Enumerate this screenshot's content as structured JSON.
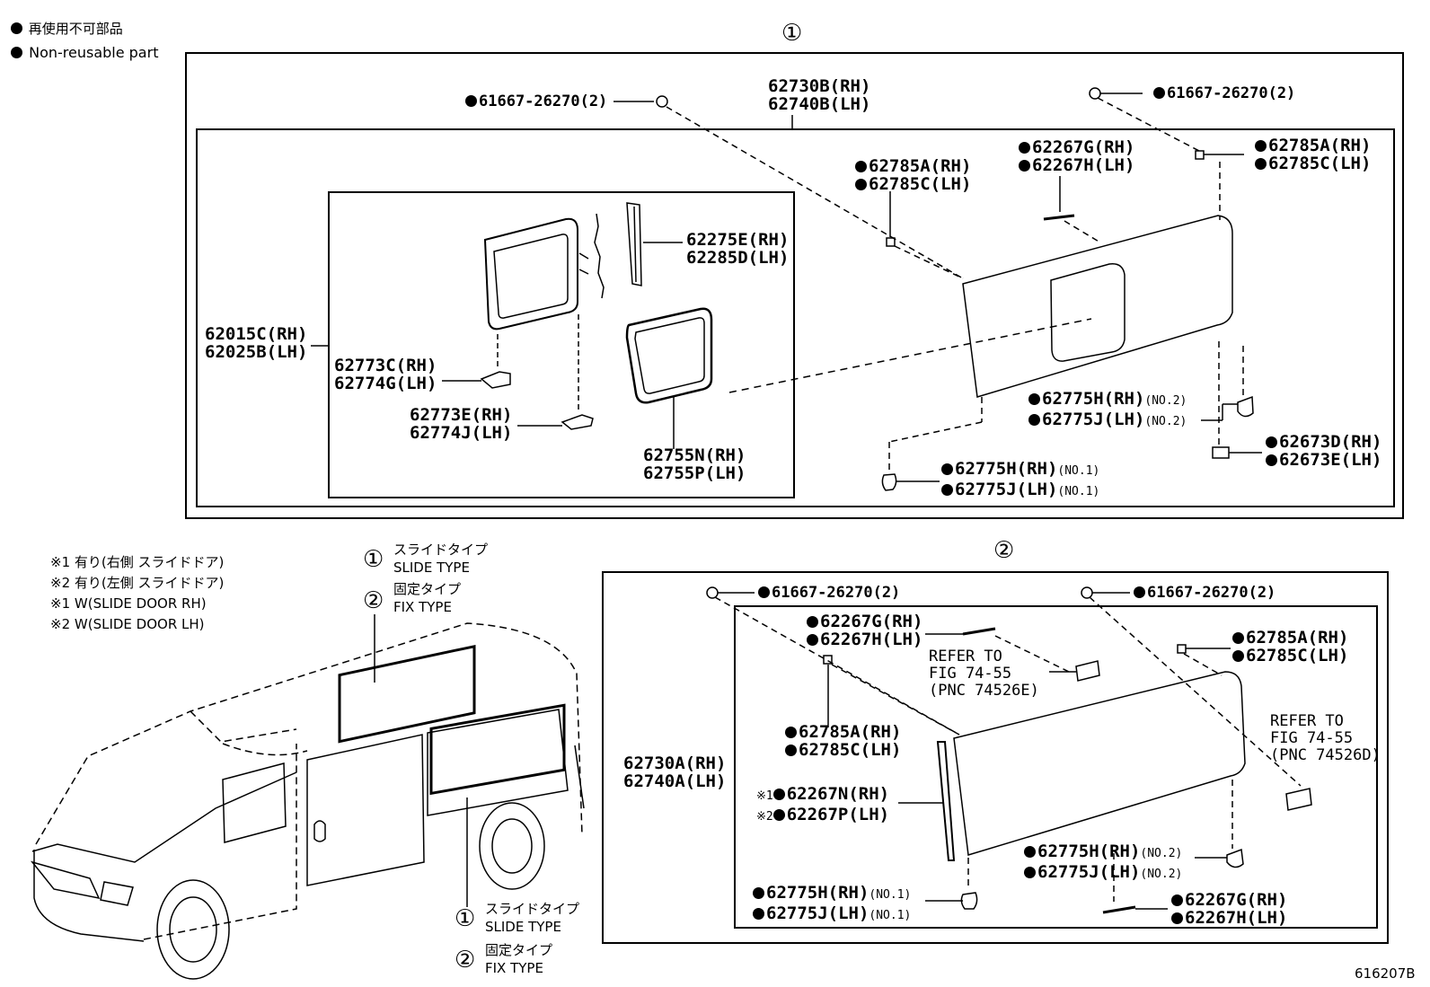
{
  "legend": {
    "line1": "再使用不可部品",
    "line2": "Non-reusable part"
  },
  "refs": {
    "r1": "①",
    "r2": "②"
  },
  "top": {
    "panel_rh": "62730B(RH)",
    "panel_lh": "62740B(LH)",
    "clip_left": "61667-26270(2)",
    "clip_right": "61667-26270(2)",
    "g_rh": "62267G(RH)",
    "g_lh": "62267H(LH)",
    "c_rh": "62785A(RH)",
    "c_lh": "62785C(LH)",
    "r_rh": "62785A(RH)",
    "r_lh": "62785C(LH)",
    "sl_rh": "62015C(RH)",
    "sl_lh": "62025B(LH)",
    "rail_rh": "62275E(RH)",
    "rail_lh": "62285D(LH)",
    "st1_rh": "62773C(RH)",
    "st1_lh": "62774G(LH)",
    "st2_rh": "62773E(RH)",
    "st2_lh": "62774J(LH)",
    "wst_rh": "62755N(RH)",
    "wst_lh": "62755P(LH)",
    "n2_rh": "62775H(RH)",
    "n2_lh": "62775J(LH)",
    "n2": "(NO.2)",
    "n1_rh": "62775H(RH)",
    "n1_lh": "62775J(LH)",
    "n1": "(NO.1)",
    "d_rh": "62673D(RH)",
    "d_lh": "62673E(LH)"
  },
  "notes": {
    "n1": "※1 有り(右側 スライドドア)",
    "n2": "※2 有り(左側 スライドドア)",
    "n3": "※1 W(SLIDE DOOR RH)",
    "n4": "※2 W(SLIDE DOOR LH)"
  },
  "types": {
    "slide_jp": "スライドタイプ",
    "slide_en": "SLIDE TYPE",
    "fix_jp": "固定タイプ",
    "fix_en": "FIX TYPE"
  },
  "bottom": {
    "clip_left": "61667-26270(2)",
    "clip_right": "61667-26270(2)",
    "g_rh": "62267G(RH)",
    "g_lh": "62267H(LH)",
    "ref1_a": "REFER TO",
    "ref1_b": "FIG 74-55",
    "ref1_c": "(PNC 74526E)",
    "r_rh": "62785A(RH)",
    "r_lh": "62785C(LH)",
    "c_rh": "62785A(RH)",
    "c_lh": "62785C(LH)",
    "panel_rh": "62730A(RH)",
    "panel_lh": "62740A(LH)",
    "np_mark1": "※1",
    "np_rh": "62267N(RH)",
    "np_mark2": "※2",
    "np_lh": "62267P(LH)",
    "ref2_a": "REFER TO",
    "ref2_b": "FIG 74-55",
    "ref2_c": "(PNC 74526D)",
    "n2_rh": "62775H(RH)",
    "n2_lh": "62775J(LH)",
    "n2": "(NO.2)",
    "n1_rh": "62775H(RH)",
    "n1_lh": "62775J(LH)",
    "n1": "(NO.1)",
    "gb_rh": "62267G(RH)",
    "gb_lh": "62267H(LH)"
  },
  "figure_id": "616207B"
}
